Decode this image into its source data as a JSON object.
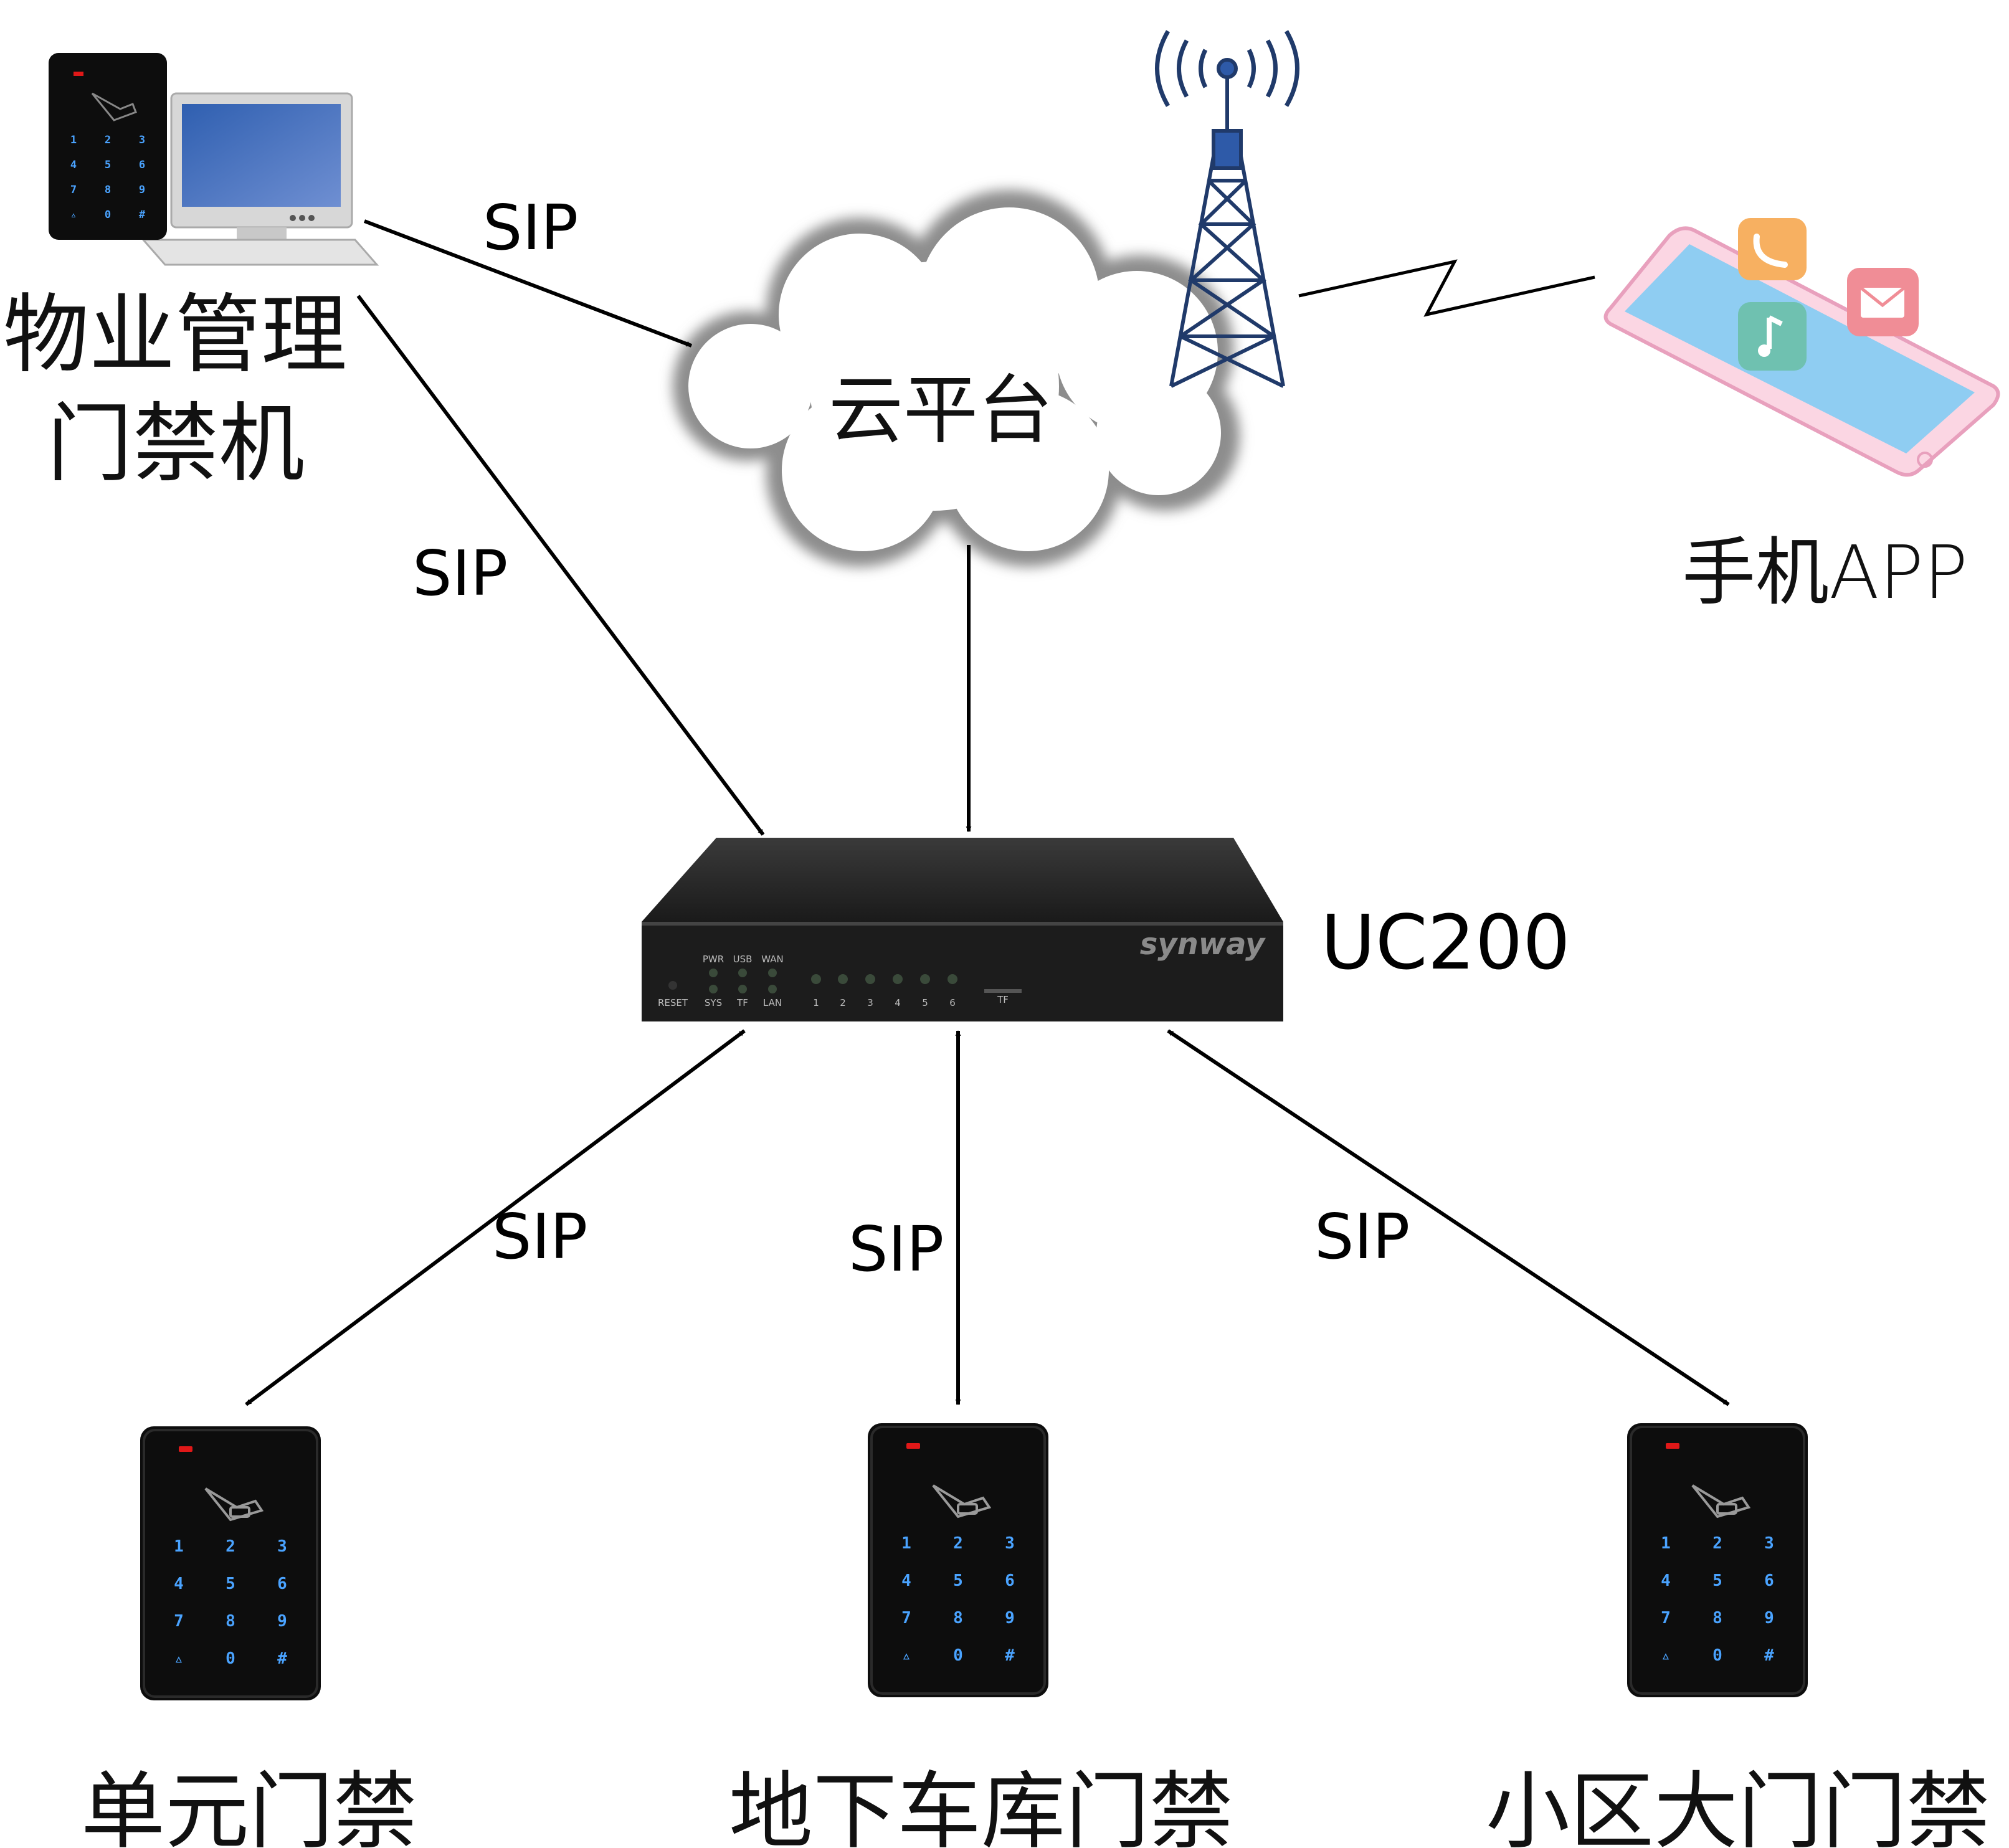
{
  "nodes": {
    "management": {
      "label_line1": "物业管理",
      "label_line2": "门禁机",
      "icon": "desktop-computer-with-keypad-icon"
    },
    "cloud": {
      "label": "云平台",
      "icon": "cloud-icon"
    },
    "tower": {
      "icon": "cell-tower-icon"
    },
    "phone": {
      "label": "手机APP",
      "icon": "smartphone-icon"
    },
    "gateway": {
      "label": "UC200",
      "brand": "synway",
      "icon": "gateway-device-icon",
      "panel": {
        "reset": "RESET",
        "pwr": "PWR",
        "usb": "USB",
        "wan": "WAN",
        "sys": "SYS",
        "tf": "TF",
        "lan": "LAN",
        "ports": [
          "1",
          "2",
          "3",
          "4",
          "5",
          "6"
        ],
        "tf2": "TF"
      }
    },
    "unit_door": {
      "label": "单元门禁",
      "icon": "keypad-access-control-icon"
    },
    "garage_door": {
      "label": "地下车库门禁",
      "icon": "keypad-access-control-icon"
    },
    "gate_door": {
      "label": "小区大门门禁",
      "icon": "keypad-access-control-icon"
    }
  },
  "keypad_keys": [
    "1",
    "2",
    "3",
    "4",
    "5",
    "6",
    "7",
    "8",
    "9",
    "▵",
    "0",
    "#"
  ],
  "edges": [
    {
      "from": "management",
      "to": "cloud",
      "label": "SIP",
      "style": "single-arrow"
    },
    {
      "from": "management",
      "to": "gateway",
      "label": "SIP",
      "style": "single-arrow"
    },
    {
      "from": "cloud",
      "to": "gateway",
      "label": "",
      "style": "single-arrow"
    },
    {
      "from": "tower",
      "to": "phone",
      "label": "",
      "style": "zigzag-wireless"
    },
    {
      "from": "gateway",
      "to": "unit_door",
      "label": "SIP",
      "style": "double-arrow"
    },
    {
      "from": "gateway",
      "to": "garage_door",
      "label": "SIP",
      "style": "double-arrow"
    },
    {
      "from": "gateway",
      "to": "gate_door",
      "label": "SIP",
      "style": "double-arrow"
    }
  ],
  "colors": {
    "line": "#000000",
    "keypad_body": "#0d0d0d",
    "keypad_key": "#4aa3ff",
    "indicator_led": "#e01818",
    "phone_screen": "#7fc6f0",
    "phone_body": "#f6b8cf",
    "gateway_body": "#1c1c1c"
  }
}
